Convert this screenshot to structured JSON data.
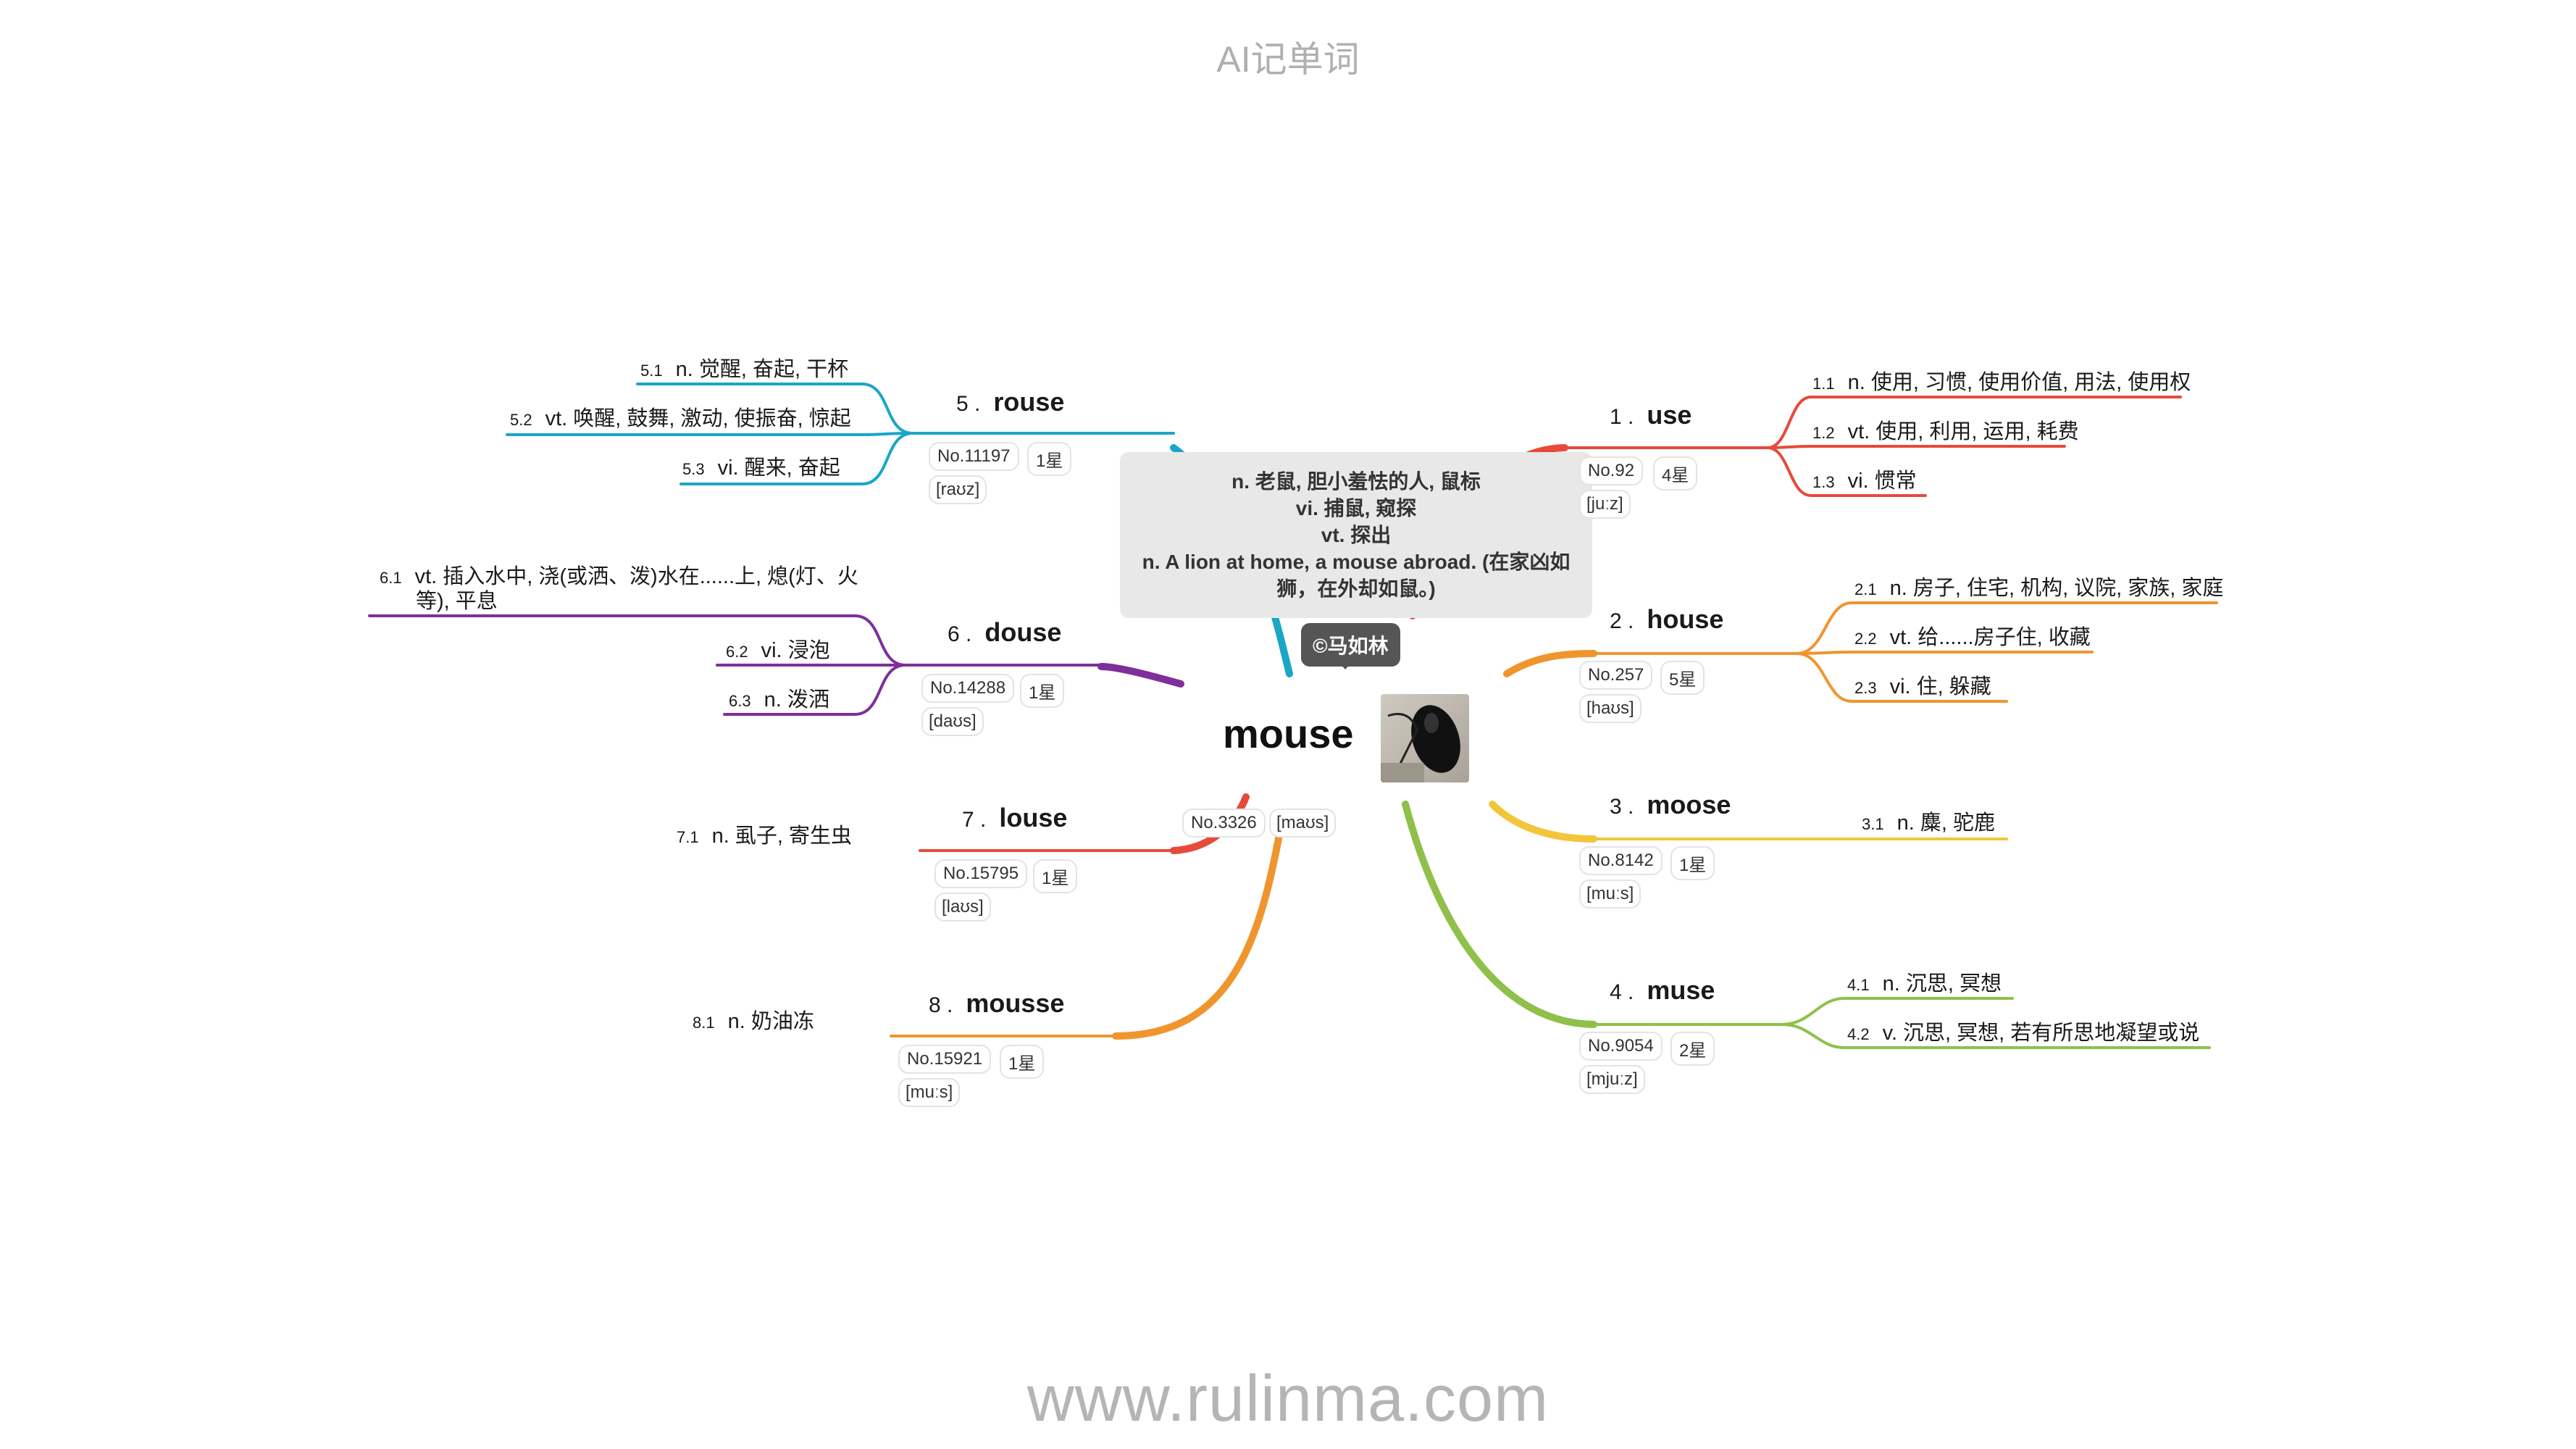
{
  "header": "AI记单词",
  "footer": "www.rulinma.com",
  "center": {
    "word": "mouse",
    "no": "No.3326",
    "phonetic": "[maʊs]",
    "note_lines": [
      "n. 老鼠, 胆小羞怯的人, 鼠标",
      "vi. 捕鼠, 窥探",
      "vt. 探出",
      "n. A lion at home, a mouse abroad. (在家凶如狮，在外却如鼠。)"
    ],
    "tag": "©马如林"
  },
  "colors": {
    "use": "#e64a3c",
    "house": "#f0952e",
    "moose": "#f3c53b",
    "muse": "#8fc04a",
    "rouse": "#1ba6c6",
    "douse": "#7f2f9a",
    "louse": "#e64a3c",
    "mousse": "#f0952e"
  },
  "words": {
    "use": {
      "num": "1 .",
      "word": "use",
      "no": "No.92",
      "stars": "4星",
      "phonetic": "[juːz]",
      "defs": [
        {
          "n": "1.1",
          "t": "n. 使用, 习惯, 使用价值, 用法, 使用权"
        },
        {
          "n": "1.2",
          "t": "vt. 使用, 利用, 运用, 耗费"
        },
        {
          "n": "1.3",
          "t": "vi. 惯常"
        }
      ]
    },
    "house": {
      "num": "2 .",
      "word": "house",
      "no": "No.257",
      "stars": "5星",
      "phonetic": "[haʊs]",
      "defs": [
        {
          "n": "2.1",
          "t": "n. 房子, 住宅, 机构, 议院, 家族, 家庭"
        },
        {
          "n": "2.2",
          "t": "vt. 给......房子住, 收藏"
        },
        {
          "n": "2.3",
          "t": "vi. 住, 躲藏"
        }
      ]
    },
    "moose": {
      "num": "3 .",
      "word": "moose",
      "no": "No.8142",
      "stars": "1星",
      "phonetic": "[muːs]",
      "defs": [
        {
          "n": "3.1",
          "t": "n. 麋, 驼鹿"
        }
      ]
    },
    "muse": {
      "num": "4 .",
      "word": "muse",
      "no": "No.9054",
      "stars": "2星",
      "phonetic": "[mjuːz]",
      "defs": [
        {
          "n": "4.1",
          "t": "n. 沉思, 冥想"
        },
        {
          "n": "4.2",
          "t": "v. 沉思, 冥想, 若有所思地凝望或说"
        }
      ]
    },
    "rouse": {
      "num": "5 .",
      "word": "rouse",
      "no": "No.11197",
      "stars": "1星",
      "phonetic": "[raʊz]",
      "defs": [
        {
          "n": "5.1",
          "t": "n. 觉醒, 奋起, 干杯"
        },
        {
          "n": "5.2",
          "t": "vt. 唤醒, 鼓舞, 激动, 使振奋, 惊起"
        },
        {
          "n": "5.3",
          "t": "vi. 醒来, 奋起"
        }
      ]
    },
    "douse": {
      "num": "6 .",
      "word": "douse",
      "no": "No.14288",
      "stars": "1星",
      "phonetic": "[daʊs]",
      "defs": [
        {
          "n": "6.1",
          "t": "vt. 插入水中, 浇(或洒、泼)水在......上, 熄(灯、火",
          "t2": "等), 平息"
        },
        {
          "n": "6.2",
          "t": "vi. 浸泡"
        },
        {
          "n": "6.3",
          "t": "n. 泼洒"
        }
      ]
    },
    "louse": {
      "num": "7 .",
      "word": "louse",
      "no": "No.15795",
      "stars": "1星",
      "phonetic": "[laʊs]",
      "defs": [
        {
          "n": "7.1",
          "t": "n. 虱子, 寄生虫"
        }
      ]
    },
    "mousse": {
      "num": "8 .",
      "word": "mousse",
      "no": "No.15921",
      "stars": "1星",
      "phonetic": "[muːs]",
      "defs": [
        {
          "n": "8.1",
          "t": "n. 奶油冻"
        }
      ]
    }
  }
}
